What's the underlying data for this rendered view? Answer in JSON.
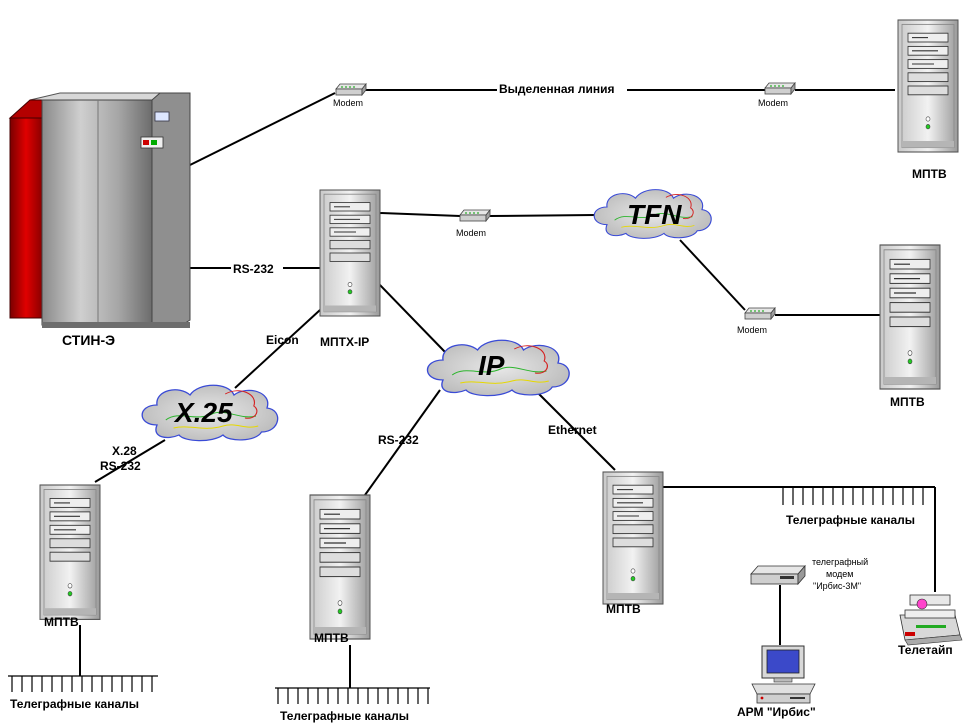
{
  "nodes": {
    "stin": "СТИН-Э",
    "mptx": "МПТХ-IP",
    "mptv_top_right": "МПТВ",
    "mptv_mid_right": "МПТВ",
    "mptv_left": "МПТВ",
    "mptv_center": "МПТВ",
    "mptv_bottom_right": "МПТВ",
    "teletype": "Телетайп",
    "arm": "АРМ \"Ирбис\"",
    "tg_modem_line1": "телеграфный",
    "tg_modem_line2": "модем",
    "tg_modem_line3": "\"Ирбис-3М\""
  },
  "links": {
    "leased_line": "Выделенная линия",
    "rs232_main": "RS-232",
    "eicon": "Eicon",
    "x28": "X.28",
    "x28_rs232": "RS-232",
    "rs232_center": "RS-232",
    "ethernet": "Ethernet"
  },
  "modems": {
    "modem1": "Modem",
    "modem2": "Modem",
    "modem3": "Modem",
    "modem4": "Modem"
  },
  "clouds": {
    "tfn": "TFN",
    "ip": "IP",
    "x25": "X.25"
  },
  "channels": {
    "left": "Телеграфные каналы",
    "center": "Телеграфные каналы",
    "right": "Телеграфные каналы"
  }
}
